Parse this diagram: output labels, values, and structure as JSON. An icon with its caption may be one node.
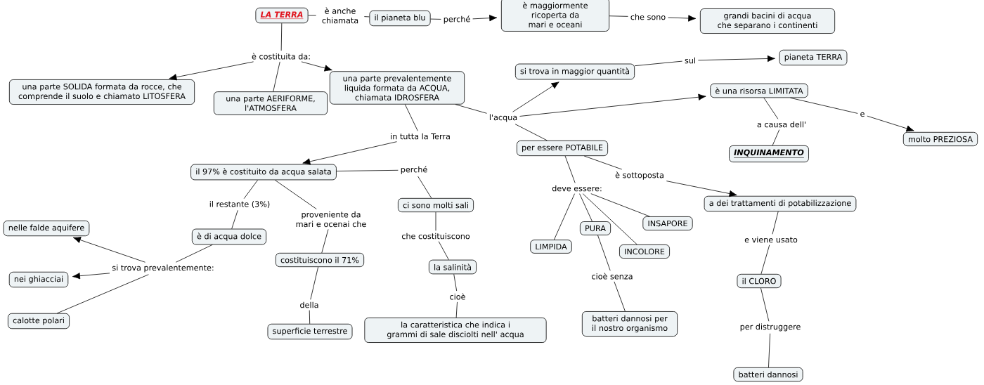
{
  "diagram": {
    "nodes": [
      {
        "text": [
          "LA TERRA"
        ]
      },
      {
        "text": [
          "è anche chiamata"
        ]
      },
      {
        "text": [
          "il pianeta blu"
        ]
      },
      {
        "text": [
          "perché"
        ]
      },
      {
        "text": [
          "è maggiormente ricoperta da mari e oceani"
        ]
      },
      {
        "text": [
          "che sono"
        ]
      },
      {
        "text": [
          "grandi bacini di acqua che separano i continenti"
        ]
      },
      {
        "text": [
          "è costituita da:"
        ]
      },
      {
        "text": [
          "una parte SOLIDA formata da rocce, che comprende il suolo e chiamato LITOSFERA"
        ]
      },
      {
        "text": [
          "una parte AERIFORME, l'ATMOSFERA"
        ]
      },
      {
        "text": [
          "una parte prevalentemente liquida formata da ACQUA, chiamata IDROSFERA"
        ]
      },
      {
        "text": [
          "l'acqua"
        ]
      },
      {
        "text": [
          "si trova in maggior quantità"
        ]
      },
      {
        "text": [
          "sul"
        ]
      },
      {
        "text": [
          "pianeta TERRA"
        ]
      },
      {
        "text": [
          "è una risorsa LIMITATA"
        ]
      },
      {
        "text": [
          "a causa dell'"
        ]
      },
      {
        "text": [
          "INQUINAMENTO"
        ]
      },
      {
        "text": [
          "e"
        ]
      },
      {
        "text": [
          "molto PREZIOSA"
        ]
      },
      {
        "text": [
          "per essere POTABILE"
        ]
      },
      {
        "text": [
          "in tutta la Terra"
        ]
      },
      {
        "text": [
          "il 97% è costituito da acqua salata"
        ]
      },
      {
        "text": [
          "perché"
        ]
      },
      {
        "text": [
          "ci sono molti sali"
        ]
      },
      {
        "text": [
          "che costituiscono"
        ]
      },
      {
        "text": [
          "la salinità"
        ]
      },
      {
        "text": [
          "cioè"
        ]
      },
      {
        "text": [
          "la caratteristica che indica i grammi di sale disciolti nell' acqua"
        ]
      },
      {
        "text": [
          "il restante (3%)"
        ]
      },
      {
        "text": [
          "proveniente da mari e ocenai che"
        ]
      },
      {
        "text": [
          "è di acqua dolce"
        ]
      },
      {
        "text": [
          "costituiscono il 71%"
        ]
      },
      {
        "text": [
          "della"
        ]
      },
      {
        "text": [
          "superficie terrestre"
        ]
      },
      {
        "text": [
          "si trova prevalentemente:"
        ]
      },
      {
        "text": [
          "nelle falde aquifere"
        ]
      },
      {
        "text": [
          "nei ghiacciai"
        ]
      },
      {
        "text": [
          "calotte polari"
        ]
      },
      {
        "text": [
          "è sottoposta"
        ]
      },
      {
        "text": [
          "a dei trattamenti di potabilizzazione"
        ]
      },
      {
        "text": [
          "deve essere:"
        ]
      },
      {
        "text": [
          "LIMPIDA"
        ]
      },
      {
        "text": [
          "PURA"
        ]
      },
      {
        "text": [
          "INCOLORE"
        ]
      },
      {
        "text": [
          "INSAPORE"
        ]
      },
      {
        "text": [
          "cioè senza"
        ]
      },
      {
        "text": [
          "batteri dannosi per il nostro organismo"
        ]
      },
      {
        "text": [
          "e viene usato"
        ]
      },
      {
        "text": [
          "il CLORO"
        ]
      },
      {
        "text": [
          "per distruggere"
        ]
      },
      {
        "text": [
          "batteri dannosi"
        ]
      }
    ],
    "edges": [
      {
        "from": 0,
        "to": 1,
        "arrow": "none"
      },
      {
        "from": 1,
        "to": 2,
        "arrow": "none"
      },
      {
        "from": 2,
        "to": 3,
        "arrow": "none"
      },
      {
        "from": 3,
        "to": 4,
        "arrow": "to"
      },
      {
        "from": 4,
        "to": 5,
        "arrow": "none"
      },
      {
        "from": 5,
        "to": 6,
        "arrow": "to"
      },
      {
        "from": 0,
        "to": 7,
        "arrow": "none"
      },
      {
        "from": 7,
        "to": 8,
        "arrow": "to"
      },
      {
        "from": 7,
        "to": 9,
        "arrow": "none"
      },
      {
        "from": 7,
        "to": 10,
        "arrow": "to"
      },
      {
        "from": 10,
        "to": 11,
        "arrow": "none"
      },
      {
        "from": 11,
        "to": 12,
        "arrow": "to"
      },
      {
        "from": 11,
        "to": 15,
        "arrow": "to"
      },
      {
        "from": 11,
        "to": 20,
        "arrow": "none"
      },
      {
        "from": 12,
        "to": 13,
        "arrow": "none"
      },
      {
        "from": 13,
        "to": 14,
        "arrow": "to"
      },
      {
        "from": 15,
        "to": 16,
        "arrow": "none"
      },
      {
        "from": 16,
        "to": 17,
        "arrow": "none"
      },
      {
        "from": 15,
        "to": 18,
        "arrow": "none"
      },
      {
        "from": 18,
        "to": 19,
        "arrow": "to"
      },
      {
        "from": 10,
        "to": 21,
        "arrow": "none"
      },
      {
        "from": 21,
        "to": 22,
        "arrow": "to"
      },
      {
        "from": 22,
        "to": 23,
        "arrow": "none"
      },
      {
        "from": 23,
        "to": 24,
        "arrow": "none"
      },
      {
        "from": 24,
        "to": 25,
        "arrow": "none"
      },
      {
        "from": 25,
        "to": 26,
        "arrow": "none"
      },
      {
        "from": 26,
        "to": 27,
        "arrow": "none"
      },
      {
        "from": 27,
        "to": 28,
        "arrow": "none"
      },
      {
        "from": 22,
        "to": 29,
        "arrow": "none"
      },
      {
        "from": 29,
        "to": 31,
        "arrow": "none"
      },
      {
        "from": 22,
        "to": 30,
        "arrow": "none"
      },
      {
        "from": 30,
        "to": 32,
        "arrow": "none"
      },
      {
        "from": 32,
        "to": 33,
        "arrow": "none"
      },
      {
        "from": 33,
        "to": 34,
        "arrow": "none"
      },
      {
        "from": 31,
        "to": 35,
        "arrow": "none"
      },
      {
        "from": 35,
        "to": 36,
        "arrow": "to"
      },
      {
        "from": 35,
        "to": 37,
        "arrow": "to"
      },
      {
        "from": 35,
        "to": 38,
        "arrow": "none"
      },
      {
        "from": 20,
        "to": 39,
        "arrow": "none"
      },
      {
        "from": 39,
        "to": 40,
        "arrow": "to"
      },
      {
        "from": 20,
        "to": 41,
        "arrow": "none"
      },
      {
        "from": 41,
        "to": 42,
        "arrow": "none"
      },
      {
        "from": 41,
        "to": 43,
        "arrow": "none"
      },
      {
        "from": 41,
        "to": 44,
        "arrow": "none"
      },
      {
        "from": 41,
        "to": 45,
        "arrow": "none"
      },
      {
        "from": 43,
        "to": 46,
        "arrow": "none"
      },
      {
        "from": 46,
        "to": 47,
        "arrow": "none"
      },
      {
        "from": 40,
        "to": 48,
        "arrow": "none"
      },
      {
        "from": 48,
        "to": 49,
        "arrow": "none"
      },
      {
        "from": 49,
        "to": 50,
        "arrow": "none"
      },
      {
        "from": 50,
        "to": 51,
        "arrow": "none"
      }
    ]
  }
}
